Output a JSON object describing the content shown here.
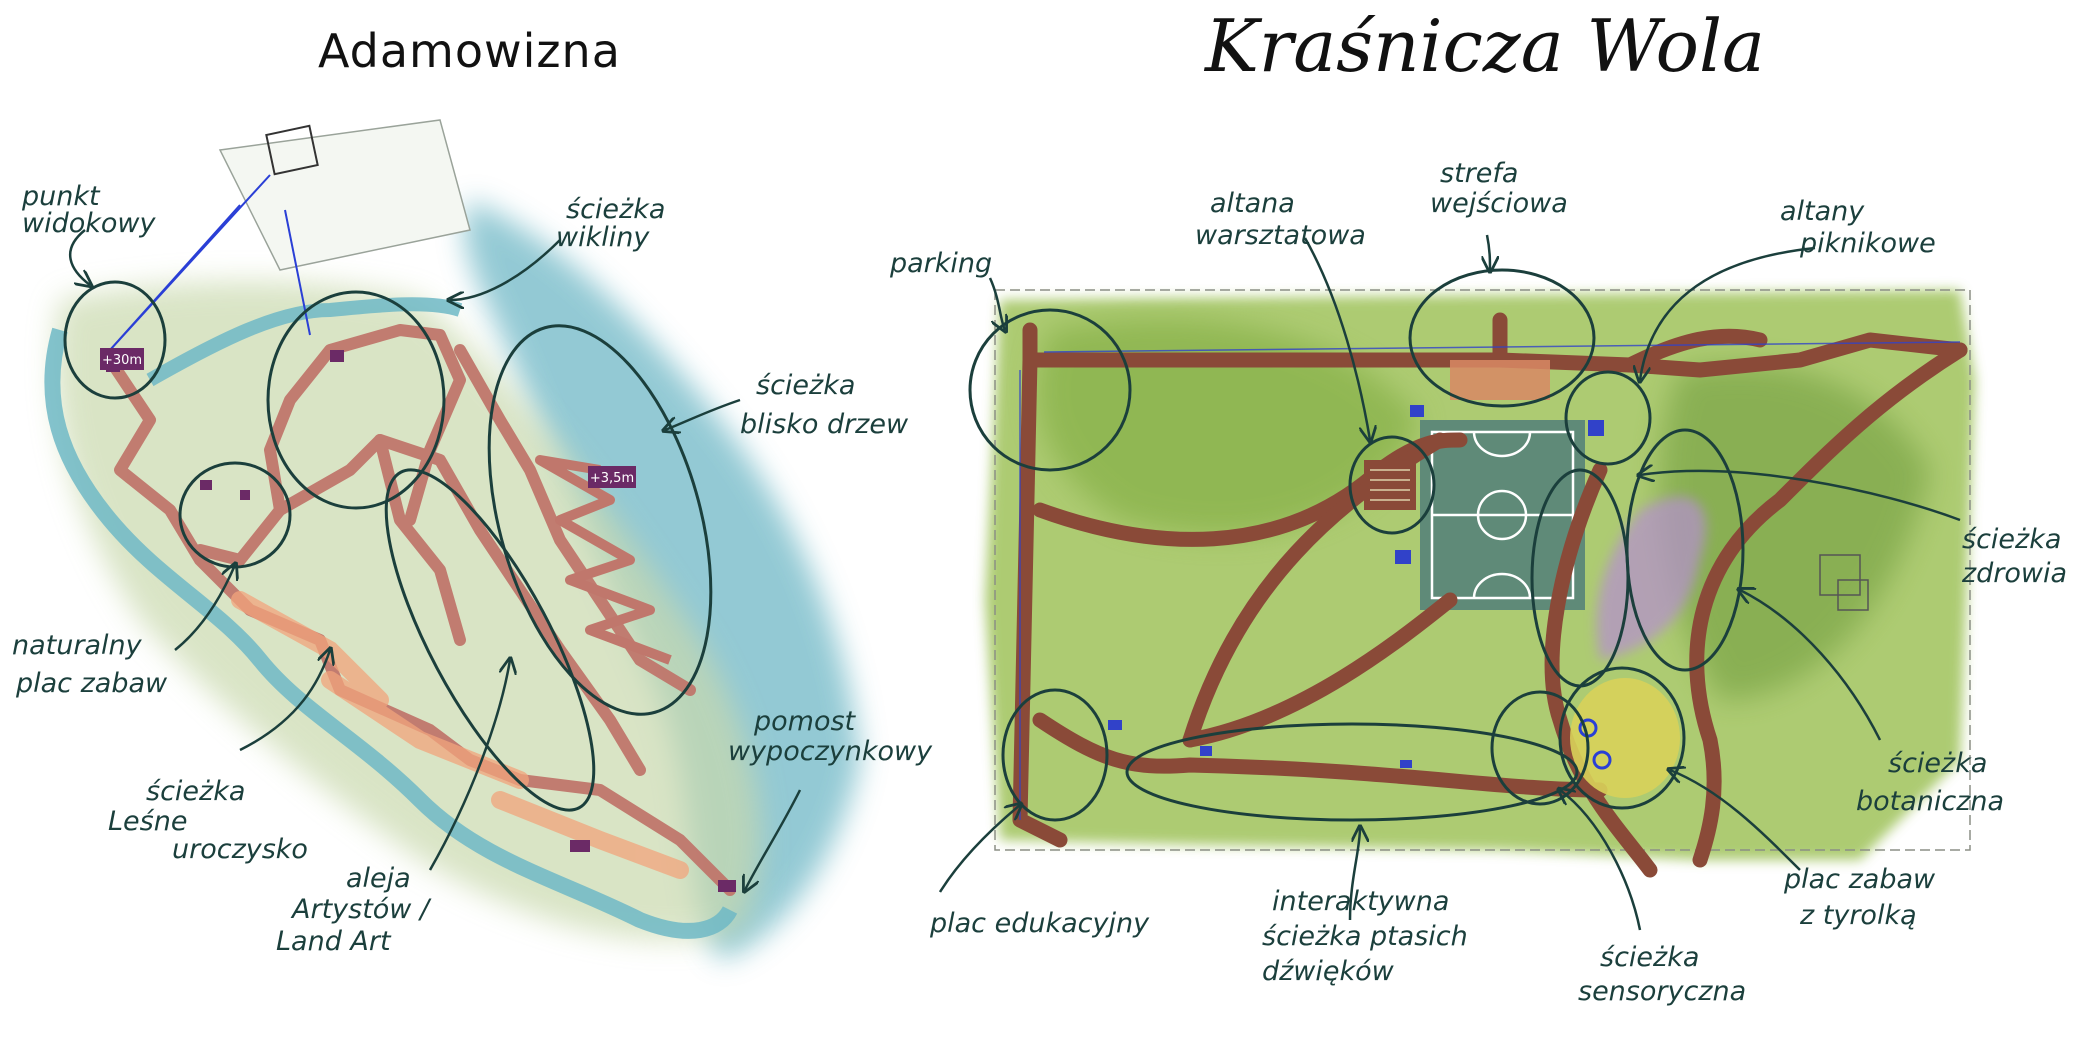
{
  "titles": {
    "left": "Adamowizna",
    "right": "Kraśnicza Wola"
  },
  "map_badges": {
    "viewpoint_height": "+30m",
    "pier_height": "+3,5m"
  },
  "labels_left": {
    "punkt_l1": "punkt",
    "punkt_l2": "widokowy",
    "wiklina_l1": "ścieżka",
    "wiklina_l2": "wikliny",
    "drzew_l1": "ścieżka",
    "drzew_l2": "blisko drzew",
    "plac_l1": "naturalny",
    "plac_l2": "plac zabaw",
    "lesne_l1": "ścieżka",
    "lesne_l2": "Leśne",
    "lesne_l3": "uroczysko",
    "aleja_l1": "aleja",
    "aleja_l2": "Artystów /",
    "aleja_l3": "Land Art",
    "pomost_l1": "pomost",
    "pomost_l2": "wypoczynkowy"
  },
  "labels_right": {
    "parking": "parking",
    "altana_l1": "altana",
    "altana_l2": "warsztatowa",
    "strefa_l1": "strefa",
    "strefa_l2": "wejściowa",
    "altany_l1": "altany",
    "altany_l2": "piknikowe",
    "zdrowia_l1": "ścieżka",
    "zdrowia_l2": "zdrowia",
    "botan_l1": "ścieżka",
    "botan_l2": "botaniczna",
    "tyrolka_l1": "plac zabaw",
    "tyrolka_l2": "z tyrolką",
    "sensor_l1": "ścieżka",
    "sensor_l2": "sensoryczna",
    "ptasich_l1": "interaktywna",
    "ptasich_l2": "ścieżka ptasich",
    "ptasich_l3": "dźwięków",
    "edu": "plac edukacyjny"
  },
  "colors": {
    "path": "#8a4a38",
    "path_pink": "#d8867a",
    "water": "#6fb8c6",
    "grass": "#9fc25a",
    "pitch": "#5f8a78",
    "ink": "#1b3f3c"
  }
}
